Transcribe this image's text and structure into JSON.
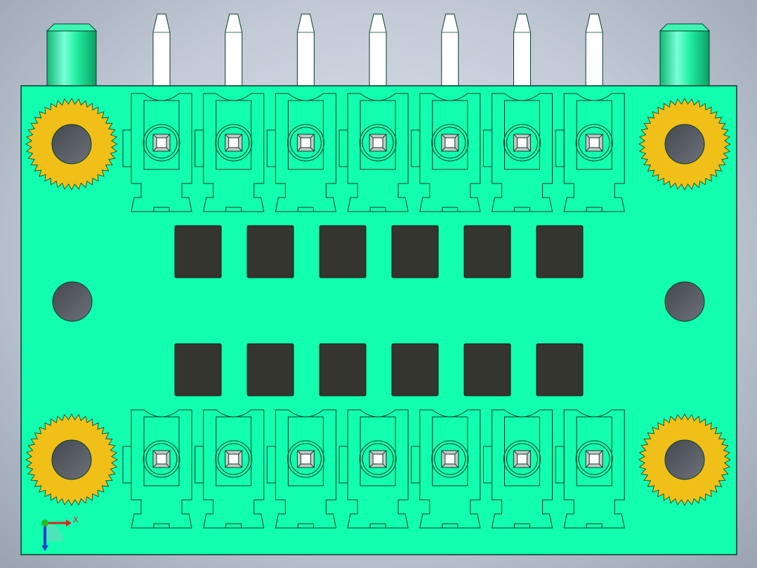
{
  "view": {
    "background_top": "#dfe5ee",
    "background_bottom": "#9aa3b2"
  },
  "model": {
    "board_color": "#11ffaf",
    "edge_color": "#0a3a2a",
    "pad_color": "#f0c018",
    "hole_color": "#5c6068",
    "chip_color": "#34352f",
    "pin_color": "#ffffff",
    "standoff_color": "#18e890",
    "top_pin_count": 7,
    "terminal_rows": 2,
    "terminals_per_row": 7,
    "chip_rows": 2,
    "chips_per_row": 6,
    "mounting_pads": 4,
    "side_holes": 2
  },
  "triad": {
    "x_label": "X",
    "x_color": "#e02020",
    "y_color": "#20c020",
    "z_color": "#2040d0"
  }
}
